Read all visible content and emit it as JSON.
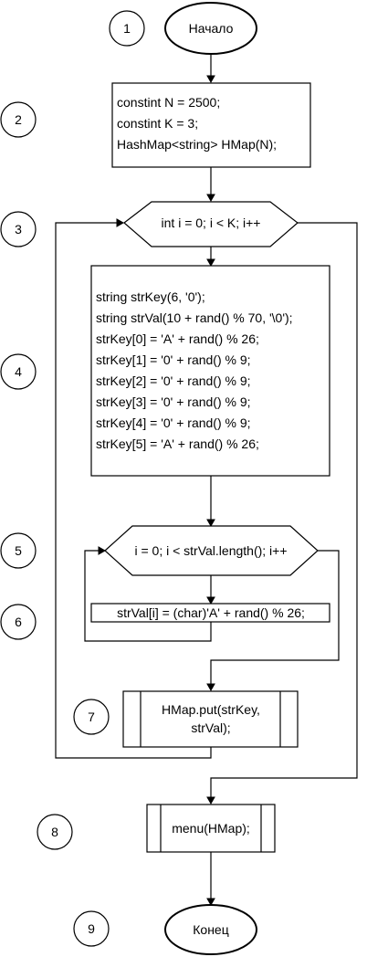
{
  "flowchart": {
    "numbers": [
      "1",
      "2",
      "3",
      "4",
      "5",
      "6",
      "7",
      "8",
      "9"
    ],
    "start": "Начало",
    "init": [
      "constint N = 2500;",
      "constint K = 3;",
      "HashMap<string> HMap(N);"
    ],
    "outer_loop": "int i = 0; i < K; i++",
    "body": [
      "string strKey(6, '0');",
      "string strVal(10 + rand() % 70, '\\0');",
      "strKey[0] = 'A' + rand() % 26;",
      "strKey[1] = '0' + rand() % 9;",
      "strKey[2] = '0' + rand() % 9;",
      "strKey[3] = '0' + rand() % 9;",
      "strKey[4] = '0' + rand() % 9;",
      "strKey[5] = 'A' + rand() % 26;"
    ],
    "inner_loop": "i = 0; i < strVal.length(); i++",
    "inner_body": "strVal[i] = (char)'A' + rand() % 26;",
    "put": [
      "HMap.put(strKey,",
      "strVal);"
    ],
    "menu": "menu(HMap);",
    "end": "Конец"
  }
}
